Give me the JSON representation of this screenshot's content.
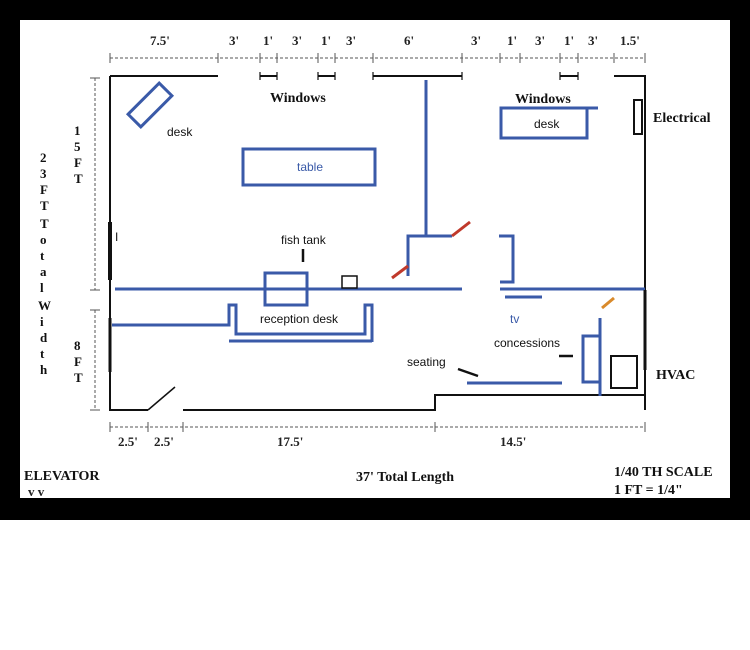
{
  "top_dimensions": [
    "7.5'",
    "3'",
    "1'",
    "3'",
    "1'",
    "3'",
    "6'",
    "3'",
    "1'",
    "3'",
    "1'",
    "3'",
    "1.5'"
  ],
  "bottom_dimensions": [
    "2.5'",
    "2.5'",
    "17.5'",
    "14.5'"
  ],
  "left_labels": {
    "total_width": "23 FT Total Width",
    "upper_section": "15 FT",
    "lower_section": "8 FT"
  },
  "room_labels": {
    "windows_left": "Windows",
    "windows_right": "Windows",
    "desk_left": "desk",
    "desk_right": "desk",
    "table": "table",
    "electrical": "Electrical",
    "fish_tank": "fish tank",
    "reception_desk": "reception desk",
    "tv": "tv",
    "concessions": "concessions",
    "seating": "seating",
    "hvac": "HVAC",
    "door_mark": "I"
  },
  "footer": {
    "elevator": "ELEVATOR",
    "elevator_arrows": "v v",
    "total_length": "37' Total Length",
    "scale_line1": "1/40 TH SCALE",
    "scale_line2": "1 FT = 1/4\""
  },
  "colors": {
    "wall": "#111111",
    "furniture": "#3a5aa8",
    "door_red": "#c0392b",
    "door_orange": "#d98a2b"
  }
}
